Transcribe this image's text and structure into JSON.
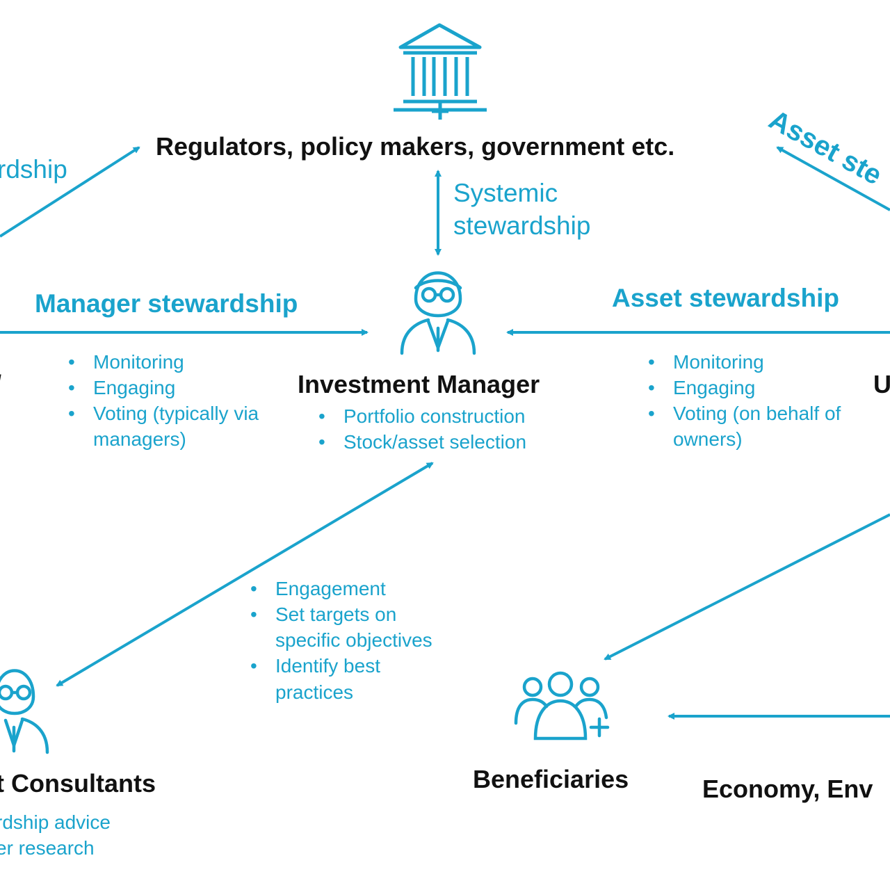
{
  "colors": {
    "accent": "#1aa3cc",
    "text": "#111111"
  },
  "regulators": {
    "title": "Regulators, policy makers, government etc.",
    "icon": "government-building-icon"
  },
  "systemic": {
    "line1": "Systemic",
    "line2": "stewardship"
  },
  "left_top_fragment": "rdship",
  "top_right_fragment": "Asset ste",
  "manager_stewardship": {
    "label": "Manager stewardship",
    "bullets": [
      "Monitoring",
      "Engaging",
      "Voting (typically via",
      "managers)"
    ]
  },
  "asset_stewardship": {
    "label": "Asset stewardship",
    "bullets": [
      "Monitoring",
      "Engaging",
      "Voting (on behalf of",
      "owners)"
    ]
  },
  "investment_manager": {
    "title": "Investment Manager",
    "icon": "person-with-glasses-icon",
    "bullets": [
      "Portfolio construction",
      "Stock/asset selection"
    ]
  },
  "right_edge_fragment": "U",
  "left_edge_fragments": [
    "/",
    ")"
  ],
  "consultant_link": {
    "bullets": [
      "Engagement",
      "Set targets on",
      "specific objectives",
      "Identify best",
      "practices"
    ]
  },
  "consultants": {
    "title": "t Consultants",
    "icon": "consultant-person-icon",
    "lines": [
      "rdship advice",
      "er research"
    ]
  },
  "beneficiaries": {
    "title": "Beneficiaries",
    "icon": "people-group-icon"
  },
  "economy": {
    "title": "Economy, Env"
  }
}
